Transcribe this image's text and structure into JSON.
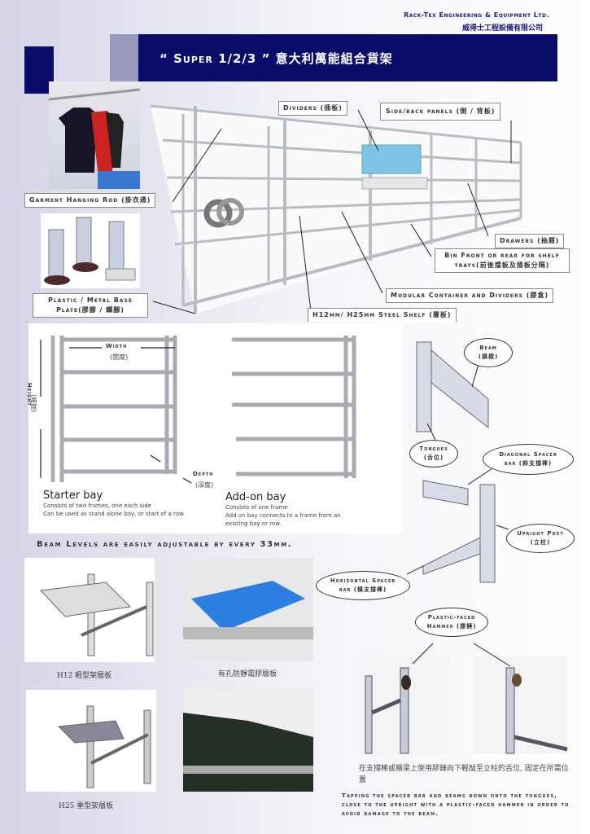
{
  "header": {
    "company_en": "Rack-Tex Engineering & Equipment Ltd.",
    "company_zh": "威得士工程設備有限公司",
    "title": "“ Super 1/2/3 ” 意大利萬能組合貨架"
  },
  "hero_labels": {
    "dividers": "Dividers (插板)",
    "side_back_panels": "Side/back panels (側 / 背板)",
    "garment_rod": "Garment Hanging Rod (掛衣通)",
    "drawers": "Drawers (抽屜)",
    "bin_front_line1": "Bin Front or rear for shelf",
    "bin_front_line2": "trays(前後擋板及插板分隔)",
    "modular_container": "Modular Container and Dividers (膠盒)",
    "steel_shelf": "H12mm/ H25mm Steel Shelf (層板)",
    "base_plate_line1": "Plastic / Metal Base",
    "base_plate_line2": "Plate(膠腳 / 鐵腳)"
  },
  "bays": {
    "width_label": "Width",
    "width_zh": "(闊度)",
    "height_label": "Height",
    "height_zh": "(高度)",
    "depth_label": "Depth",
    "depth_zh": "(深度)",
    "starter": {
      "title": "Starter bay",
      "line1": "Consists of two frames, one each side",
      "line2": "Can be used as stand alone bay, or start of a row."
    },
    "addon": {
      "title": "Add-on bay",
      "line1": "Consists of one frame",
      "line2": "Add on bay connects to a frame from an",
      "line3": "existing bay or row."
    }
  },
  "beam_heading": "Beam Levels are easily adjustable by every 33mm.",
  "parts": {
    "beam": "Beam",
    "beam_zh": "(橫樑)",
    "tongues": "Tongues",
    "tongues_zh": "(舌位)",
    "diagonal_1": "Diagonal Spacer",
    "diagonal_2": "bar (斜支撐棒)",
    "upright": "Upright Post",
    "upright_zh": "(立柱)",
    "horizontal_1": "Horizontal Spacer",
    "horizontal_2": "bar (橫支撐棒)",
    "hammer_1": "Plastic-faced",
    "hammer_2": "Hammer (膠錘)"
  },
  "shelves": {
    "h12": "H12 輕型架層板",
    "plastic": "有孔防靜電膠層板",
    "h25": "H25 重型架層板"
  },
  "instructions": {
    "zh": "在支撐棒或橫梁上使用膠錘向下輕敲至立柱的舌位, 固定在所需位置",
    "en": "Tapping the spacer bar and beams down onto the tongues, close to the upright with a plastic-faced hammer in order to avoid damage to the beam."
  },
  "colors": {
    "navy": "#0b0b6b",
    "accent_square": "#9a9ac0"
  }
}
